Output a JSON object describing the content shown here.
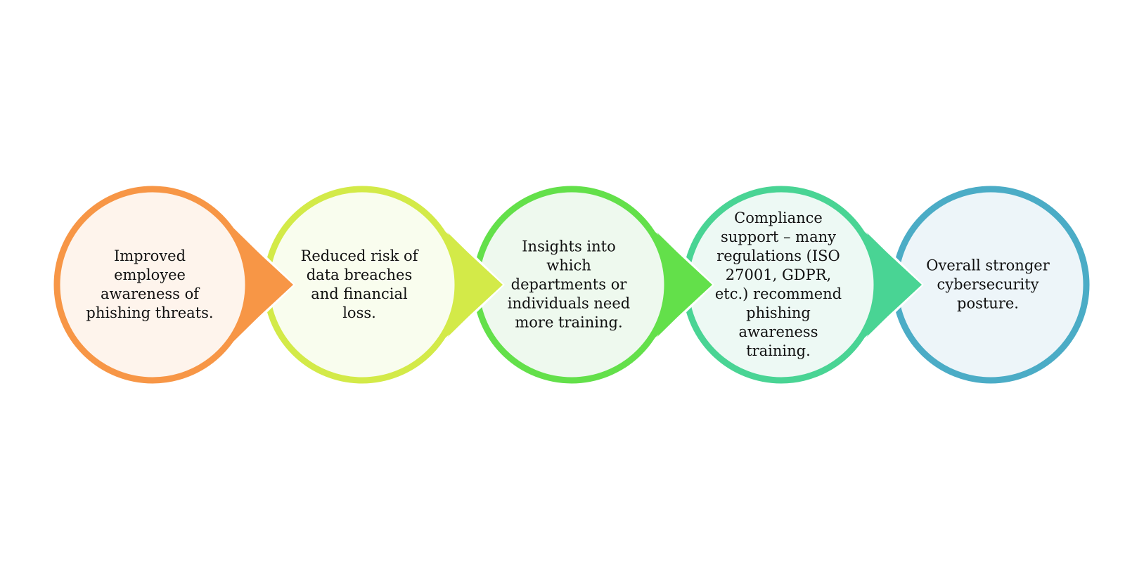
{
  "diagram": {
    "steps": [
      {
        "text": "Improved\nemployee\nawareness of\nphishing threats.",
        "stroke": "#F79646",
        "fill": "#FEF4EC"
      },
      {
        "text": "Reduced risk of\ndata breaches\nand financial\nloss.",
        "stroke": "#D3EA48",
        "fill": "#F9FDEE"
      },
      {
        "text": "Insights into\nwhich\ndepartments or\nindividuals need\nmore training.",
        "stroke": "#63E04A",
        "fill": "#EEF9EE"
      },
      {
        "text": "Compliance\nsupport – many\nregulations (ISO\n27001, GDPR,\netc.) recommend\nphishing\nawareness\ntraining.",
        "stroke": "#49D494",
        "fill": "#EDF9F4"
      },
      {
        "text": "Overall stronger\ncybersecurity\nposture.",
        "stroke": "#4BACC6",
        "fill": "#EDF5F9"
      }
    ]
  }
}
